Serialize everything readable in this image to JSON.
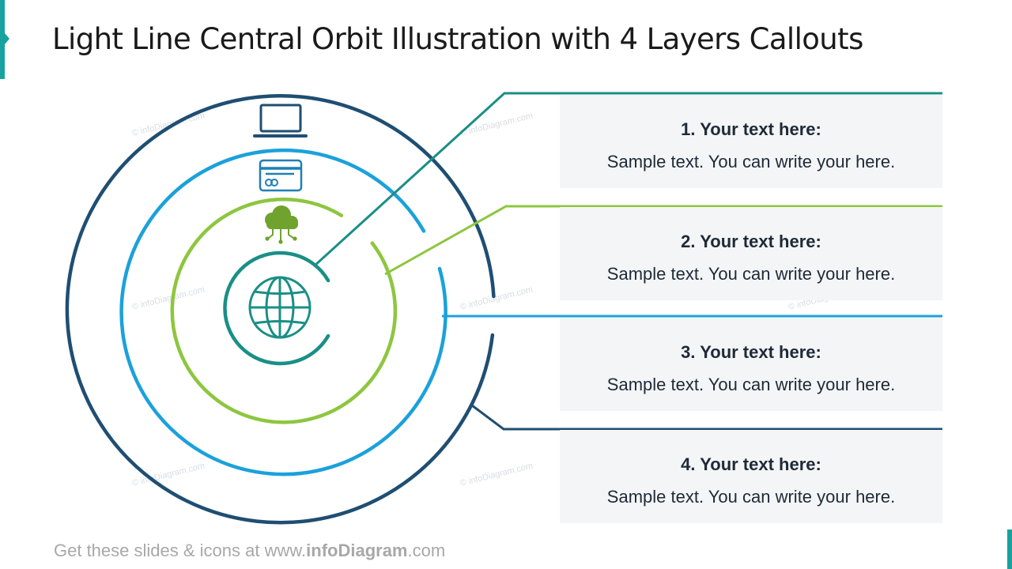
{
  "title": "Light Line Central Orbit Illustration with 4 Layers Callouts",
  "layers": [
    {
      "heading": "1. Your text here:",
      "body": "Sample text. You can write your here.",
      "color": "#1a8f86",
      "icon": "globe-icon"
    },
    {
      "heading": "2. Your text here:",
      "body": "Sample text. You can write your here.",
      "color": "#8dc63f",
      "icon": "cloud-network-icon"
    },
    {
      "heading": "3. Your text here:",
      "body": "Sample text. You can write your here.",
      "color": "#1ba1db",
      "icon": "credit-card-icon"
    },
    {
      "heading": "4. Your text here:",
      "body": "Sample text. You can write your here.",
      "color": "#1f4e72",
      "icon": "laptop-icon"
    }
  ],
  "footer": {
    "prefix": "Get these slides & icons at www.",
    "brand": "infoDiagram",
    "suffix": ".com"
  },
  "watermark": "© infoDiagram.com"
}
